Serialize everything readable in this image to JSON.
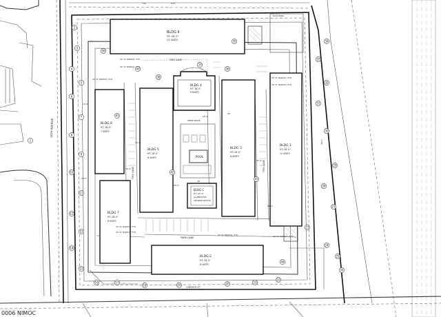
{
  "buildings": [
    {
      "id": "bldg-6",
      "name": "BLDG 6",
      "ht": "HT: 26'-0\"",
      "units": "11 UNITS"
    },
    {
      "id": "bldg-4",
      "name": "BLDG 4",
      "ht": "HT: 16'-0\"",
      "units": "3 UNITS"
    },
    {
      "id": "bldg-8",
      "name": "BLDG 8",
      "ht": "HT: 28'-0\"",
      "units": "7 UNITS"
    },
    {
      "id": "bldg-5",
      "name": "BLDG 5",
      "ht": "HT: 28'-0\"",
      "units": "8 UNITS"
    },
    {
      "id": "bldg-3",
      "name": "BLDG 3",
      "ht": "HT: 28'-0\"",
      "units": "8 UNITS"
    },
    {
      "id": "bldg-1",
      "name": "BLDG 1",
      "ht": "HT: 28'-0\"",
      "units": "11 UNITS"
    },
    {
      "id": "bldg-7",
      "name": "BLDG 7",
      "ht": "HT: 28'-0\"",
      "units": "8 UNITS"
    },
    {
      "id": "bldg-2",
      "name": "BLDG 2",
      "ht": "HT: 28'-0\"",
      "units": "8 UNITS"
    },
    {
      "id": "bldg-c",
      "name": "BLDG C",
      "ht": "HT: 22'-0\"",
      "units": "CLUBHOUSE"
    }
  ],
  "labels": {
    "pool": "POOL",
    "fire_lane": "FIRE LANE",
    "fire_lane_2": "FIRE LANE",
    "fire_lane_3": "FIRE LANE",
    "park_lane": "PARK LANE",
    "leasing": "LEASING OFFICE",
    "open_space": "OPEN SPACE",
    "street_west": "16TH AVENUE",
    "street_south": "CREVICE ST",
    "dog_park": "DOG PARK",
    "typ1": "TYP.",
    "typ2": "TYP.",
    "radius1": "32'-6\" RADIUS, TYP.",
    "radius2": "32'-6\" RADIUS, TYP.",
    "radius3": "32'-6\" RADIUS, TYP.",
    "radius4": "32'-6\" RADIUS, TYP.",
    "radius5": "32'-6\" RADIUS, TYP.",
    "radius6": "32'-6\" RADIUS, TYP.",
    "radius7": "32'-6\" RADIUS, TYP.",
    "radius8": "32'-6\" RADIUS, TYP.",
    "radius9": "32'-6\" RADIUS, TYP.",
    "dim1": "24'-0\"",
    "dim2": "24'-0\"",
    "dim3": "20'-0\"",
    "dim4": "20'-0\"",
    "dim5": "10'-0\"",
    "dim6": "10'-0\"",
    "dim7": "18'-0\"",
    "dim8": "18'-0\"",
    "dim9": "58'-0\"",
    "dim10": "26'",
    "dim11": "26'",
    "watermark": "0006 NIMOC"
  },
  "tag_numbers": [
    "1",
    "2",
    "3",
    "4",
    "5",
    "6",
    "7",
    "8",
    "9",
    "10",
    "11",
    "12",
    "13",
    "14",
    "15",
    "16",
    "17",
    "18",
    "19",
    "20",
    "21",
    "22",
    "23",
    "24",
    "25",
    "26",
    "27",
    "28",
    "29",
    "30",
    "31",
    "32",
    "33",
    "34",
    "35",
    "36",
    "37",
    "38",
    "39",
    "40",
    "41",
    "42",
    "43",
    "44"
  ]
}
